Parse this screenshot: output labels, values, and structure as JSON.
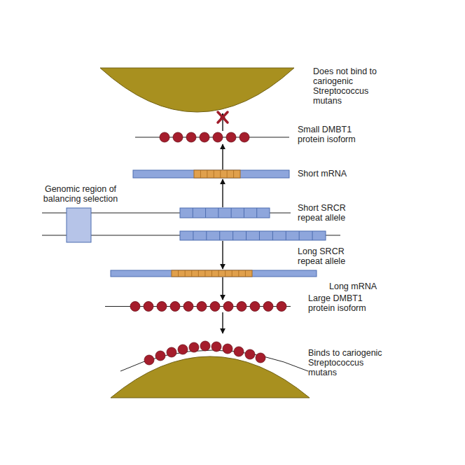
{
  "diagram": {
    "nodes": [
      {
        "text": [
          "Does not bind to cariogenic Streptococcus mutans"
        ]
      },
      {
        "text": [
          "Small DMBT1 protein isoform"
        ]
      },
      {
        "text": [
          "Short mRNA"
        ]
      },
      {
        "text": [
          "Genomic region of balancing selection"
        ]
      },
      {
        "text": [
          "Short SRCR repeat allele"
        ]
      },
      {
        "text": [
          "Long SRCR repeat allele"
        ]
      },
      {
        "text": [
          "Long mRNA"
        ]
      },
      {
        "text": [
          "Large DMBT1 protein isoform"
        ]
      },
      {
        "text": [
          "Binds to cariogenic Streptococcus mutans"
        ]
      }
    ],
    "edges": [
      {
        "from": 4,
        "to": 2,
        "arrow": "to"
      },
      {
        "from": 2,
        "to": 1,
        "arrow": "to"
      },
      {
        "from": 1,
        "to": 0,
        "arrow": "to"
      },
      {
        "from": 5,
        "to": 6,
        "arrow": "to"
      },
      {
        "from": 6,
        "to": 7,
        "arrow": "to"
      },
      {
        "from": 7,
        "to": 8,
        "arrow": "to"
      }
    ]
  }
}
